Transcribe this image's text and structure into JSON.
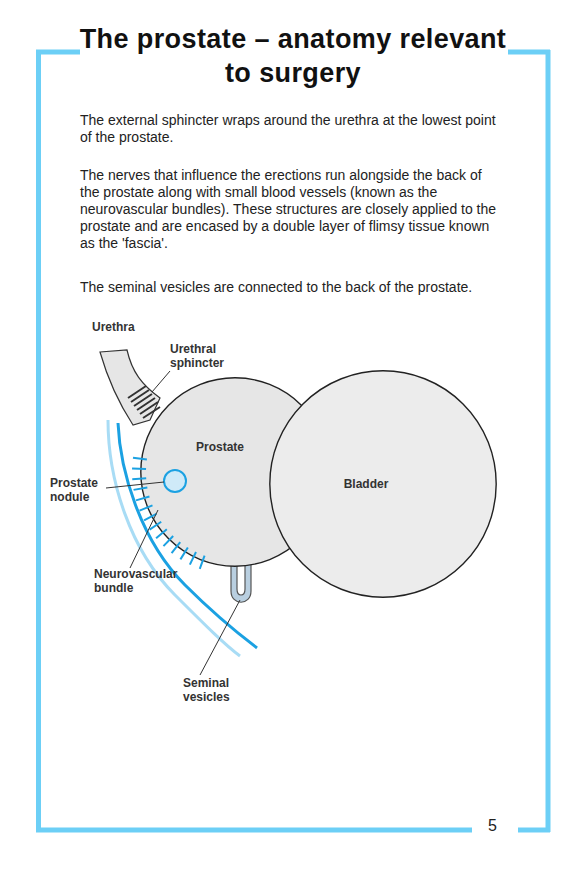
{
  "diagram": {
    "title": "The prostate – anatomy relevant to surgery",
    "nodes": [
      {
        "text": [
          "Prostate"
        ]
      },
      {
        "text": [
          "Bladder"
        ]
      }
    ],
    "labels": [
      "The external sphincter wraps around the urethra at the lowest point of the prostate.",
      "The nerves that influence the erections run alongside the back of the prostate along with small blood vessels (known as the neurovascular bundles). These structures are closely applied to the prostate and are encased by a double layer of flimsy tissue known as the 'fascia'.",
      "The seminal vesicles are connected to the back of the prostate.",
      "Urethra",
      "Urethral sphincter",
      "Prostate nodule",
      "Neurovascular bundle",
      "Seminal vesicles",
      "5"
    ]
  }
}
